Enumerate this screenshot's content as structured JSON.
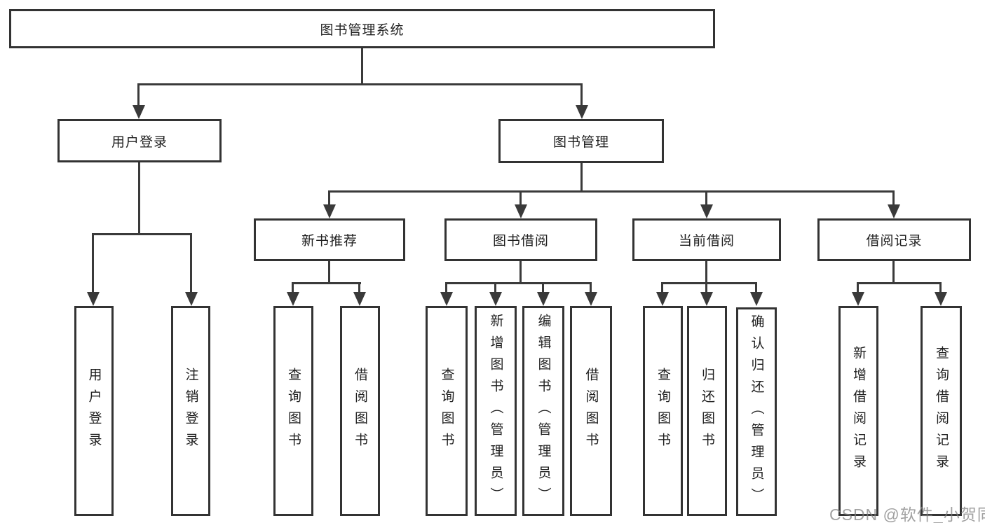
{
  "tree": {
    "root_label": "图书管理系统",
    "branches": [
      {
        "label": "用户登录",
        "children": [
          "用户登录",
          "注销登录"
        ]
      },
      {
        "label": "图书管理",
        "groups": [
          {
            "label": "新书推荐",
            "children": [
              "查询图书",
              "借阅图书"
            ]
          },
          {
            "label": "图书借阅",
            "children": [
              "查询图书",
              "新增图书（管理员）",
              "编辑图书（管理员）",
              "借阅图书"
            ]
          },
          {
            "label": "当前借阅",
            "children": [
              "查询图书",
              "归还图书",
              "确认归还（管理员）"
            ]
          },
          {
            "label": "借阅记录",
            "children": [
              "新增借阅记录",
              "查询借阅记录"
            ]
          }
        ]
      }
    ]
  },
  "watermark": "CSDN @软件_小贺同学",
  "colors": {
    "box_border": "#333333",
    "line": "#3a3a3a",
    "text": "#1f1f1f",
    "watermark": "#828282",
    "background": "#ffffff"
  }
}
